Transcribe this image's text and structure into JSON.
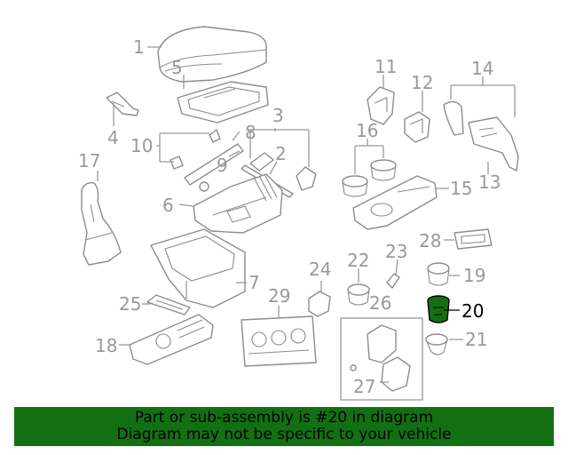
{
  "diagram": {
    "highlighted_part": "20",
    "highlight_color": "#127012",
    "part_numbers": [
      "1",
      "2",
      "3",
      "4",
      "5",
      "6",
      "7",
      "8",
      "9",
      "10",
      "11",
      "12",
      "13",
      "14",
      "15",
      "16",
      "17",
      "18",
      "19",
      "20",
      "21",
      "22",
      "23",
      "24",
      "25",
      "26",
      "27",
      "28",
      "29"
    ]
  },
  "banner": {
    "line1": "Part or sub-assembly is #20 in diagram",
    "line2": "Diagram may not be specific to your vehicle",
    "background": "#127012"
  }
}
